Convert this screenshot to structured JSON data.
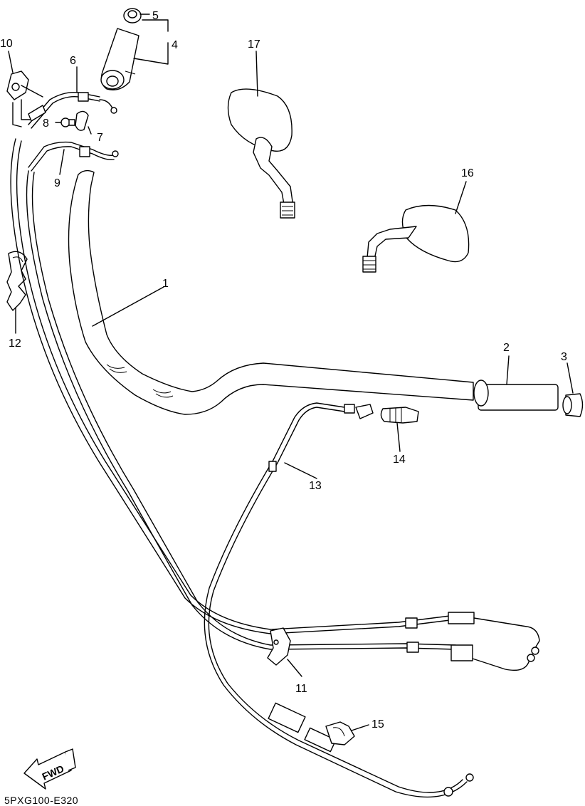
{
  "diagram": {
    "callouts": [
      {
        "id": "1",
        "label": "1"
      },
      {
        "id": "2",
        "label": "2"
      },
      {
        "id": "3",
        "label": "3"
      },
      {
        "id": "4",
        "label": "4"
      },
      {
        "id": "5",
        "label": "5"
      },
      {
        "id": "6",
        "label": "6"
      },
      {
        "id": "7",
        "label": "7"
      },
      {
        "id": "8",
        "label": "8"
      },
      {
        "id": "9",
        "label": "9"
      },
      {
        "id": "10",
        "label": "10"
      },
      {
        "id": "11",
        "label": "11"
      },
      {
        "id": "12",
        "label": "12"
      },
      {
        "id": "13",
        "label": "13"
      },
      {
        "id": "14",
        "label": "14"
      },
      {
        "id": "15",
        "label": "15"
      },
      {
        "id": "16",
        "label": "16"
      },
      {
        "id": "17",
        "label": "17"
      }
    ],
    "fwd_label": "FWD",
    "doc_code": "5PXG100-E320"
  }
}
